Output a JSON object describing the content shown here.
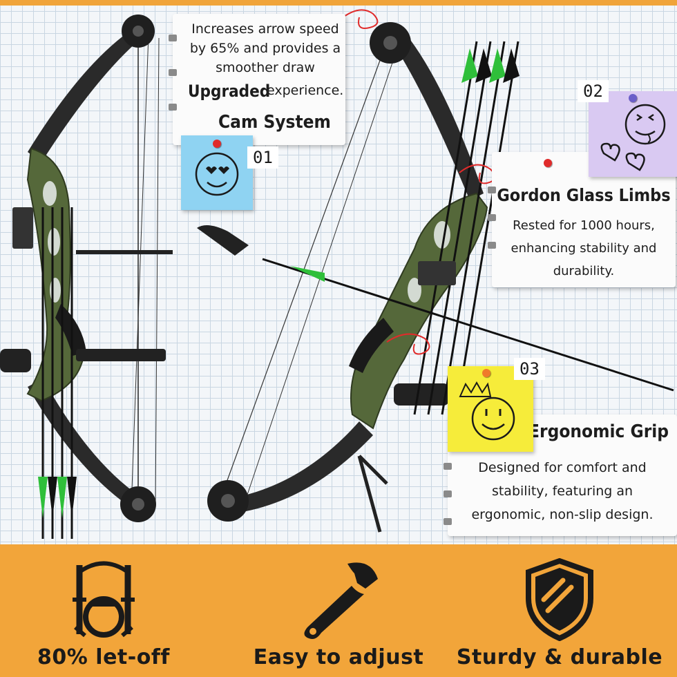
{
  "features_top": [
    {
      "number": "01",
      "title_line1": "Upgraded",
      "title_line2": "Cam System",
      "description_lines": [
        "Increases arrow speed",
        "by 65% and provides a",
        "smoother draw",
        "experience."
      ],
      "sticky_color": "#8fd3f2",
      "icon": "heart-eyes-smiley-icon"
    },
    {
      "number": "02",
      "title": "Gordon Glass Limbs",
      "description_lines": [
        "Rested for 1000 hours,",
        "enhancing stability and",
        "durability."
      ],
      "sticky_color": "#d9c9f2",
      "icon": "tongue-smiley-with-hearts-icon"
    },
    {
      "number": "03",
      "title": "Ergonomic Grip",
      "description_lines": [
        "Designed for comfort and",
        "stability, featuring an",
        "ergonomic, non-slip design."
      ],
      "sticky_color": "#f6ec3a",
      "icon": "crown-smiley-icon"
    }
  ],
  "bottom_features": [
    {
      "label": "80% let-off",
      "icon": "let-off-cam-icon"
    },
    {
      "label": "Easy to adjust",
      "icon": "wrench-icon"
    },
    {
      "label": "Sturdy & durable",
      "icon": "shield-icon"
    }
  ],
  "colors": {
    "accent_orange": "#f2a53a",
    "bow_green": "#55683a",
    "arrow_green": "#2fbf3a",
    "grid_line": "#c9d6e2",
    "pin_red": "#e02b2b"
  }
}
